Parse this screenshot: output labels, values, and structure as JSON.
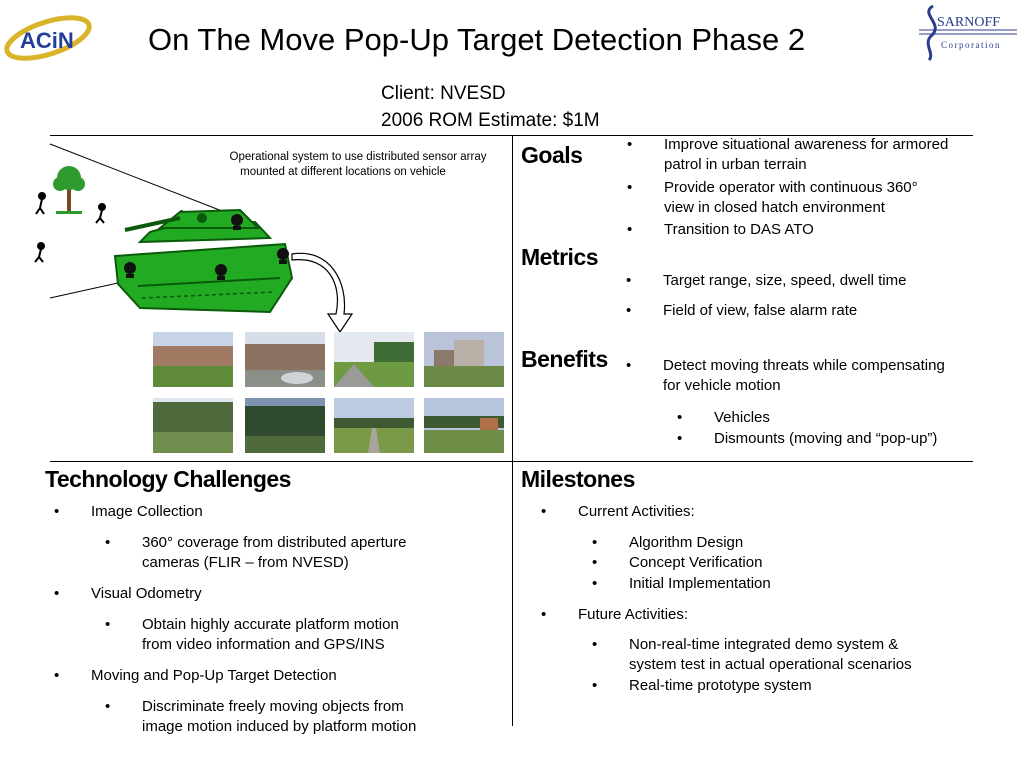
{
  "title": "On The Move Pop-Up Target Detection Phase 2",
  "client_line1": "Client: NVESD",
  "client_line2": "2006 ROM Estimate: $1M",
  "logos": {
    "left_text": "ACiN",
    "right_text": "SARNOFF",
    "right_sub": "Corporation"
  },
  "diagram_caption_1": "Operational system to use distributed sensor array",
  "diagram_caption_2": "mounted at different locations on vehicle",
  "bullet_char": "•",
  "goals": {
    "heading": "Goals",
    "items": [
      [
        "Improve situational awareness for armored",
        "patrol in urban terrain"
      ],
      [
        "Provide operator with continuous 360°",
        "view in closed hatch environment"
      ],
      [
        "Transition to DAS ATO"
      ]
    ]
  },
  "metrics": {
    "heading": "Metrics",
    "items": [
      [
        "Target range, size, speed, dwell time"
      ],
      [
        "Field of view, false alarm rate"
      ]
    ]
  },
  "benefits": {
    "heading": "Benefits",
    "items": [
      [
        "Detect moving threats while compensating",
        "for vehicle motion"
      ]
    ],
    "sub_items": [
      "Vehicles",
      "Dismounts (moving and “pop-up”)"
    ]
  },
  "tech": {
    "heading": "Technology Challenges",
    "items": [
      {
        "text": [
          "Image Collection"
        ],
        "sub": [
          [
            "360° coverage from distributed aperture",
            "cameras (FLIR – from NVESD)"
          ]
        ]
      },
      {
        "text": [
          "Visual Odometry"
        ],
        "sub": [
          [
            "Obtain highly accurate platform motion",
            "from video information and GPS/INS"
          ]
        ]
      },
      {
        "text": [
          "Moving and Pop-Up Target Detection"
        ],
        "sub": [
          [
            "Discriminate freely moving objects from",
            "image motion induced by platform motion"
          ]
        ]
      }
    ]
  },
  "milestones": {
    "heading": "Milestones",
    "current": "Current Activities:",
    "current_items": [
      "Algorithm Design",
      "Concept Verification",
      "Initial Implementation"
    ],
    "future": "Future Activities:",
    "future_items": [
      [
        "Non-real-time integrated demo system &",
        "system test in actual operational scenarios"
      ],
      [
        "Real-time prototype system"
      ]
    ]
  },
  "colors": {
    "tank": "#22aa22",
    "tree": "#2f9a2f",
    "logo_gold": "#d9b32a",
    "logo_blue": "#1f3f99",
    "sarnoff_blue": "#2a3c8c"
  }
}
